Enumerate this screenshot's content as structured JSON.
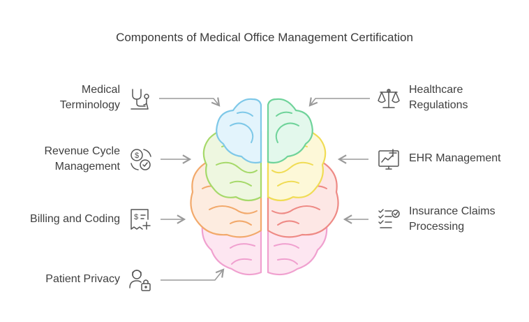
{
  "title": "Components of Medical Office Management Certification",
  "left_items": [
    {
      "lines": [
        "Medical",
        "Terminology"
      ],
      "icon": "stethoscope-icon"
    },
    {
      "lines": [
        "Revenue Cycle",
        "Management"
      ],
      "icon": "revenue-cycle-icon"
    },
    {
      "lines": [
        "Billing and Coding"
      ],
      "icon": "invoice-icon"
    },
    {
      "lines": [
        "Patient Privacy"
      ],
      "icon": "privacy-lock-icon"
    }
  ],
  "right_items": [
    {
      "lines": [
        "Healthcare",
        "Regulations"
      ],
      "icon": "scales-icon"
    },
    {
      "lines": [
        "EHR Management"
      ],
      "icon": "ehr-monitor-icon"
    },
    {
      "lines": [
        "Insurance Claims",
        "Processing"
      ],
      "icon": "checklist-icon"
    }
  ],
  "colors": {
    "blue": "#7ec8e8",
    "green": "#6fd39a",
    "lime": "#a6d96a",
    "yellow": "#f0dc55",
    "orange": "#f2a96b",
    "red": "#ee8a85",
    "pink": "#f0a0cf",
    "arrow": "#9a9a9a",
    "icon": "#555555"
  }
}
